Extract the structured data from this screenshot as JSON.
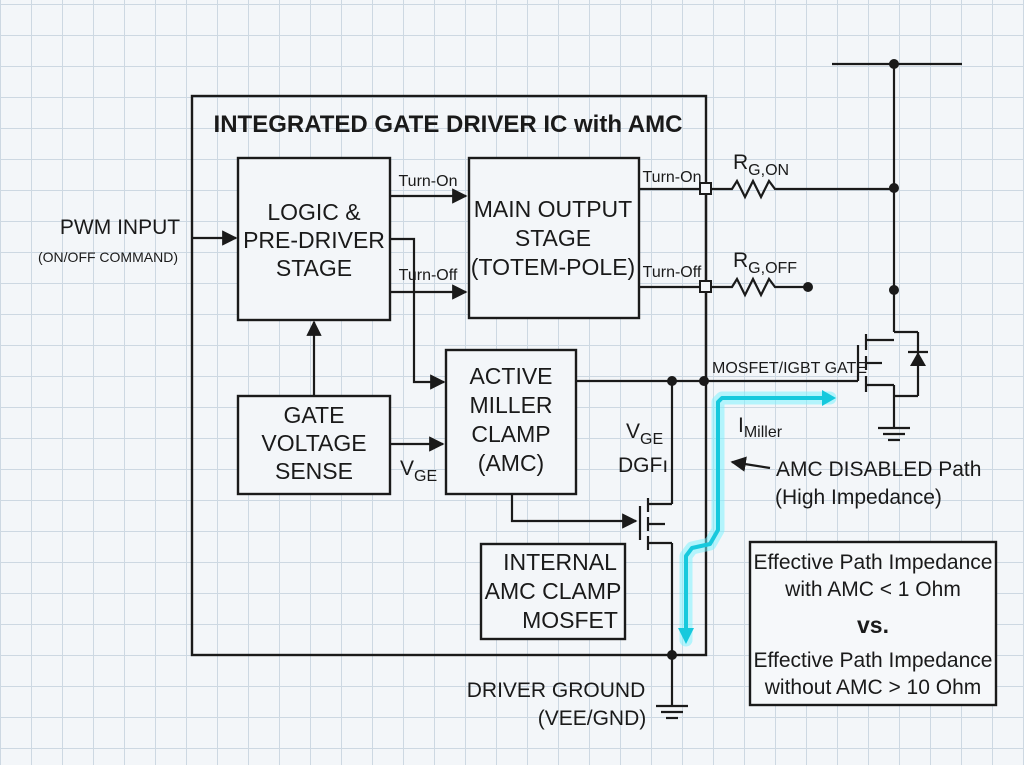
{
  "title": "INTEGRATED GATE DRIVER IC with AMC",
  "blocks": {
    "logic": [
      "LOGIC &",
      "PRE-DRIVER",
      "STAGE"
    ],
    "main_output": [
      "MAIN OUTPUT",
      "STAGE",
      "(TOTEM-POLE)"
    ],
    "amc": [
      "ACTIVE",
      "MILLER",
      "CLAMP",
      "(AMC)"
    ],
    "gate_sense": [
      "GATE",
      "VOLTAGE",
      "SENSE"
    ],
    "internal_mosfet": [
      "INTERNAL",
      "AMC CLAMP",
      "MOSFET"
    ]
  },
  "labels": {
    "pwm_input": "PWM INPUT",
    "pwm_sub": "(ON/OFF COMMAND)",
    "turn_on": "Turn-On",
    "turn_off": "Turn-Off",
    "turn_on_out": "Turn-On",
    "turn_off_out": "Turn-Off",
    "rg_on_main": "R",
    "rg_on_sub": "G,ON",
    "rg_off_main": "R",
    "rg_off_sub": "G,OFF",
    "vge_sense_main": "V",
    "vge_sense_sub": "GE",
    "vge_main": "V",
    "vge_sub": "GE",
    "dgf": "DGFı",
    "mosfet_gate": "MOSFET/IGBT GATE",
    "i_miller_main": "I",
    "i_miller_sub": "Miller",
    "amc_disabled": "AMC DISABLED Path",
    "amc_disabled_sub": "(High Impedance)",
    "driver_ground": "DRIVER GROUND",
    "driver_ground_sub": "(VEE/GND)"
  },
  "comparison": {
    "with_amc_1": "Effective Path Impedance",
    "with_amc_2": "with AMC < 1 Ohm",
    "vs": "vs.",
    "without_amc_1": "Effective Path Impedance",
    "without_amc_2": "without AMC > 10 Ohm"
  },
  "colors": {
    "wire": "#1a1a1a",
    "miller_current": "#16c9dd",
    "background": "#f3f6f9",
    "grid": "#cdd8e2"
  }
}
